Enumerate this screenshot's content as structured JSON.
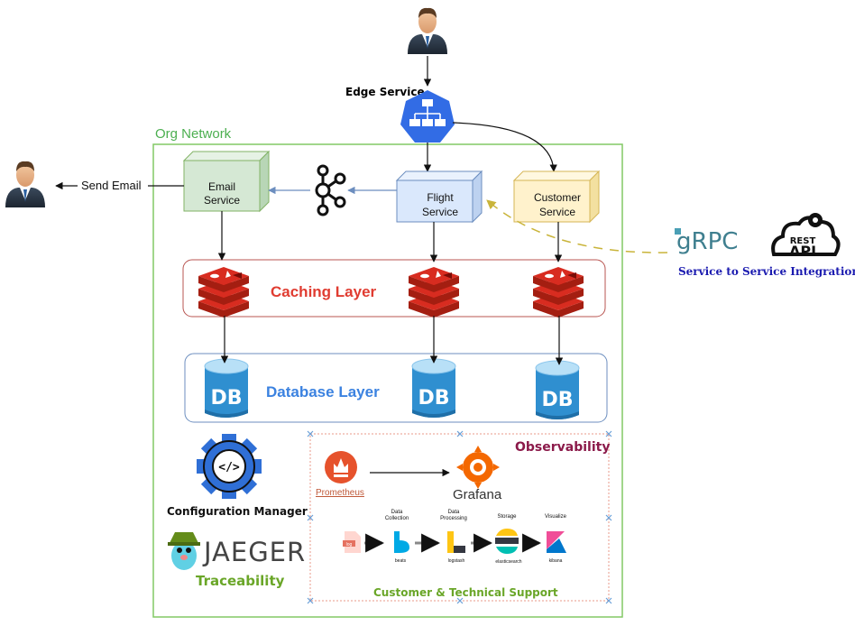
{
  "user_top_label": "",
  "edge_service": {
    "label": "Edge Service"
  },
  "org_network": {
    "label": "Org Network"
  },
  "send_email": {
    "label": "Send Email"
  },
  "email_service": {
    "line1": "Email",
    "line2": "Service"
  },
  "flight_service": {
    "line1": "Flight",
    "line2": "Service"
  },
  "customer_service": {
    "line1": "Customer",
    "line2": "Service"
  },
  "grpc": {
    "label": "gRPC"
  },
  "rest_api": {
    "line1": "REST",
    "line2": "API"
  },
  "integration": {
    "label": "Service to Service Integration"
  },
  "caching_layer": {
    "label": "Caching Layer"
  },
  "database_layer": {
    "label": "Database Layer"
  },
  "db_label": "DB",
  "config_manager": {
    "label": "Configuration Manager"
  },
  "jaeger": {
    "label": "JAEGER"
  },
  "traceability": {
    "label": "Traceability"
  },
  "observability": {
    "label": "Observability"
  },
  "prometheus": {
    "label": "Prometheus"
  },
  "grafana": {
    "label": "Grafana"
  },
  "elk": {
    "stages": [
      "Data Collection",
      "Data Processing",
      "Storage",
      "Visualize"
    ],
    "tools": [
      "log",
      "beats",
      "logstash",
      "elasticsearch",
      "kibana"
    ]
  },
  "support": {
    "label": "Customer & Technical Support"
  },
  "colors": {
    "org_border": "#82c965",
    "org_label": "#4caf50",
    "email_box": "#d5e8d4",
    "flight_box": "#dae8fc",
    "customer_box": "#fff2cc",
    "caching_text": "#e03c31",
    "database_text": "#3b82e0",
    "observability_text": "#8b1a4a",
    "traceability_text": "#6aa628",
    "integration_text": "#1b1bb0",
    "redis": "#d82c20",
    "db_blue": "#2f8fd0"
  }
}
